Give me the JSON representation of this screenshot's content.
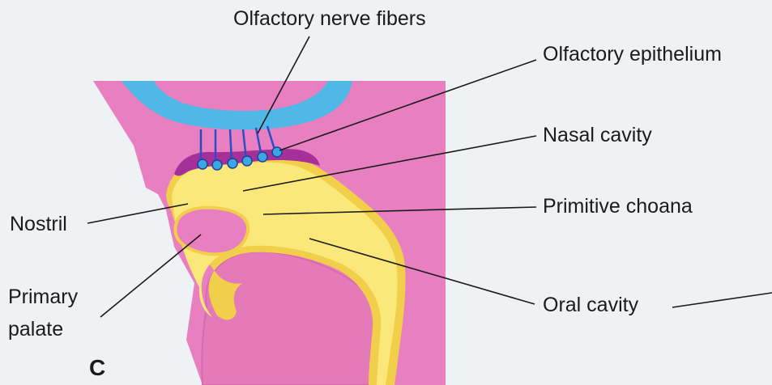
{
  "panel_letter": "C",
  "labels": {
    "olfactory_nerve_fibers": "Olfactory nerve fibers",
    "olfactory_epithelium": "Olfactory epithelium",
    "nasal_cavity": "Nasal cavity",
    "primitive_choana": "Primitive choana",
    "oral_cavity": "Oral cavity",
    "nostril": "Nostril",
    "primary_palate_line1": "Primary",
    "primary_palate_line2": "palate"
  },
  "colors": {
    "background": "#eef2f4",
    "tissue_pink": "#e87fc0",
    "brain_blue": "#4fb8e6",
    "cavity_yellow": "#fbe87a",
    "cavity_rim": "#f2cf4a",
    "epithelium_purple": "#a5309a",
    "nerve_blue": "#2b4fc2",
    "leader_line": "#1b1b1b"
  }
}
